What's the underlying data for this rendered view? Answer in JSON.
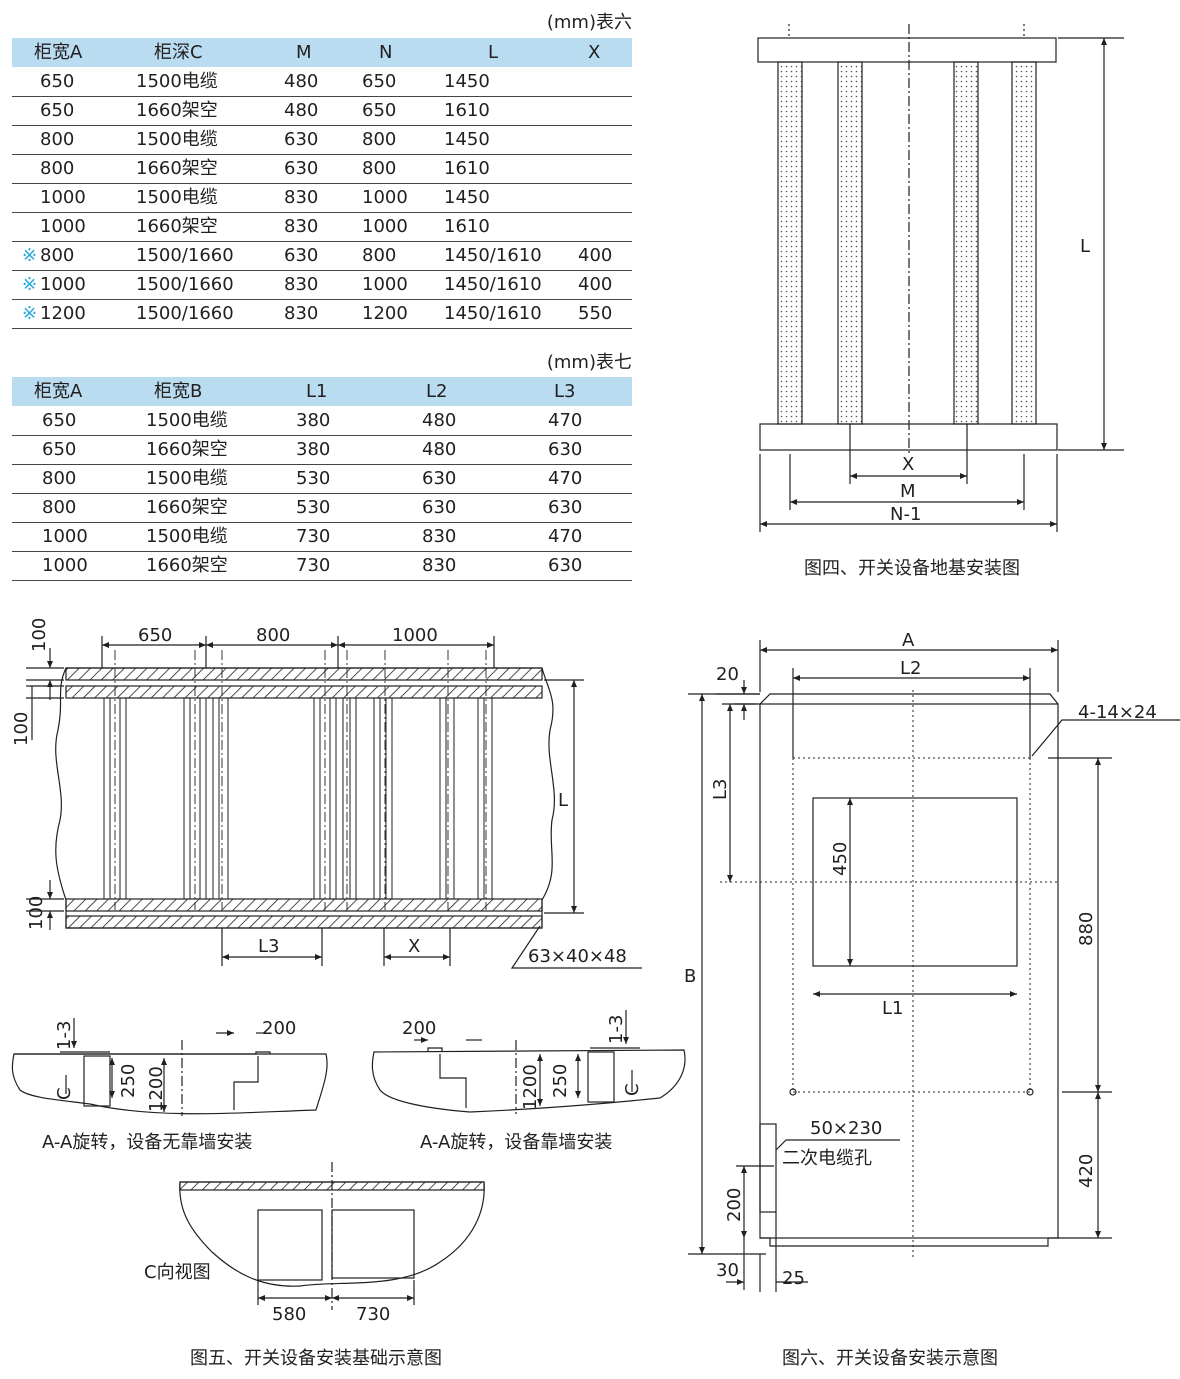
{
  "table6": {
    "caption": "(mm)表六",
    "headers": [
      "柜宽A",
      "柜深C",
      "M",
      "N",
      "L",
      "X"
    ],
    "rows": [
      {
        "mark": "",
        "a": "650",
        "c": "1500电缆",
        "m": "480",
        "n": "650",
        "l": "1450",
        "x": ""
      },
      {
        "mark": "",
        "a": "650",
        "c": "1660架空",
        "m": "480",
        "n": "650",
        "l": "1610",
        "x": ""
      },
      {
        "mark": "",
        "a": "800",
        "c": "1500电缆",
        "m": "630",
        "n": "800",
        "l": "1450",
        "x": ""
      },
      {
        "mark": "",
        "a": "800",
        "c": "1660架空",
        "m": "630",
        "n": "800",
        "l": "1610",
        "x": ""
      },
      {
        "mark": "",
        "a": "1000",
        "c": "1500电缆",
        "m": "830",
        "n": "1000",
        "l": "1450",
        "x": ""
      },
      {
        "mark": "",
        "a": "1000",
        "c": "1660架空",
        "m": "830",
        "n": "1000",
        "l": "1610",
        "x": ""
      },
      {
        "mark": "※",
        "a": "800",
        "c": "1500/1660",
        "m": "630",
        "n": "800",
        "l": "1450/1610",
        "x": "400"
      },
      {
        "mark": "※",
        "a": "1000",
        "c": "1500/1660",
        "m": "830",
        "n": "1000",
        "l": "1450/1610",
        "x": "400"
      },
      {
        "mark": "※",
        "a": "1200",
        "c": "1500/1660",
        "m": "830",
        "n": "1200",
        "l": "1450/1610",
        "x": "550"
      }
    ]
  },
  "table7": {
    "caption": "(mm)表七",
    "headers": [
      "柜宽A",
      "柜宽B",
      "L1",
      "L2",
      "L3"
    ],
    "rows": [
      {
        "a": "650",
        "b": "1500电缆",
        "l1": "380",
        "l2": "480",
        "l3": "470"
      },
      {
        "a": "650",
        "b": "1660架空",
        "l1": "380",
        "l2": "480",
        "l3": "630"
      },
      {
        "a": "800",
        "b": "1500电缆",
        "l1": "530",
        "l2": "630",
        "l3": "470"
      },
      {
        "a": "800",
        "b": "1660架空",
        "l1": "530",
        "l2": "630",
        "l3": "630"
      },
      {
        "a": "1000",
        "b": "1500电缆",
        "l1": "730",
        "l2": "830",
        "l3": "470"
      },
      {
        "a": "1000",
        "b": "1660架空",
        "l1": "730",
        "l2": "830",
        "l3": "630"
      }
    ]
  },
  "fig4": {
    "caption": "图四、开关设备地基安装图",
    "label_l": "L",
    "label_x": "X",
    "label_m": "M",
    "label_n": "N-1"
  },
  "fig5": {
    "caption": "图五、开关设备安装基础示意图",
    "w1": "650",
    "w2": "800",
    "w3": "1000",
    "d100a": "100",
    "d100b": "100",
    "d100c": "100",
    "label_l": "L",
    "label_l3": "L3",
    "label_x": "X",
    "channel": "63×40×48",
    "aa_free": {
      "label": "A-A旋转，设备无靠墙安装",
      "d13": "1-3",
      "d200": "200",
      "d250": "250",
      "d1200": "1200",
      "c": "C"
    },
    "aa_wall": {
      "label": "A-A旋转，设备靠墙安装",
      "d13": "1-3",
      "d200": "200",
      "d250": "250",
      "d1200": "1200",
      "c": "C"
    },
    "cview": {
      "label": "C向视图",
      "d580": "580",
      "d730": "730"
    }
  },
  "fig6": {
    "caption": "图六、开关设备安装示意图",
    "a": "A",
    "l2": "L2",
    "d20": "20",
    "holes": "4-14×24",
    "l3": "L3",
    "d450": "450",
    "d880": "880",
    "b": "B",
    "l1": "L1",
    "cable_size": "50×230",
    "cable_label": "二次电缆孔",
    "d200": "200",
    "d420": "420",
    "d30": "30",
    "d25": "25"
  }
}
